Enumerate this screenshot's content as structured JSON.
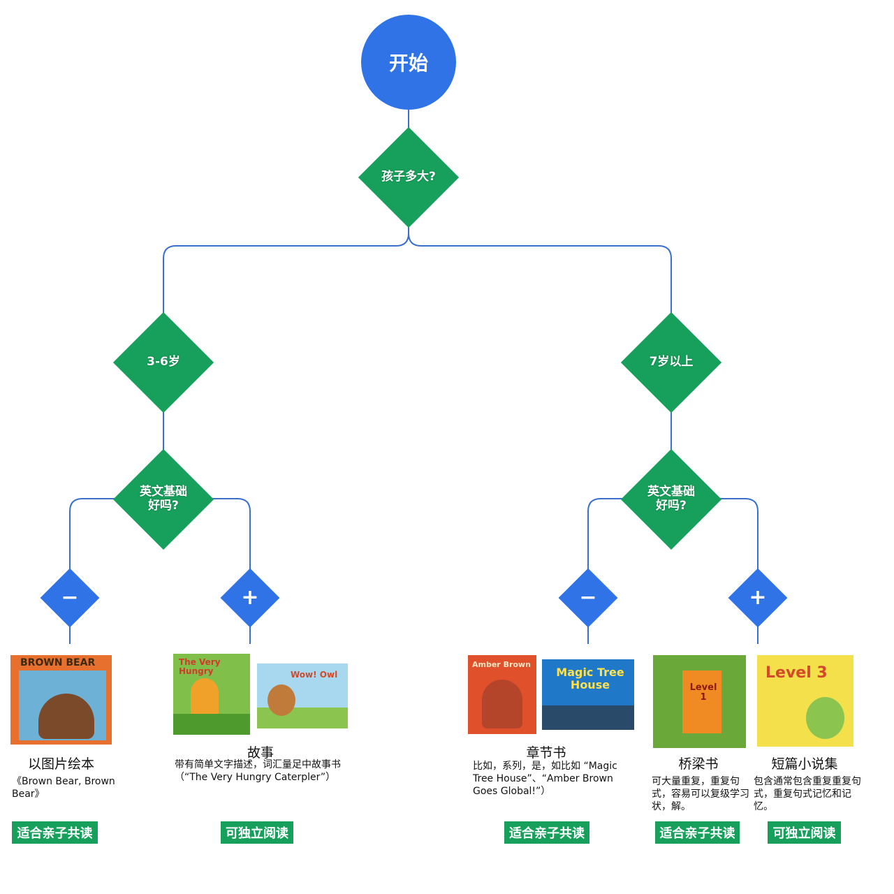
{
  "start": "开始",
  "question_age": "孩子多大?",
  "age_young": "3-6岁",
  "age_old": "7岁以上",
  "question_english_left": "英文基础\n好吗?",
  "question_english_right": "英文基础\n好吗?",
  "signs": {
    "minus": "−",
    "plus": "+"
  },
  "leaves": [
    {
      "title": "以图片绘本",
      "desc": "《Brown Bear, Brown Bear》",
      "badge": "适合亲子共读",
      "covers": [
        {
          "text": "BROWN BEAR",
          "bg": "#e8702e"
        }
      ]
    },
    {
      "title": "故事",
      "desc": "带有简单文字描述，词汇量足中故事书（“The Very Hungry Caterpler”）",
      "badge": "可独立阅读",
      "covers": [
        {
          "text": "The Very Hungry",
          "bg": "#7fbf4a"
        },
        {
          "text": "Wow! Owl",
          "bg": "#a8d8f0"
        }
      ]
    },
    {
      "title": "章节书",
      "desc": "比如，系列，是，如比如 “Magic Tree House”、“Amber Brown Goes Global!”）",
      "badge": "适合亲子共读",
      "covers": [
        {
          "text": "Amber Brown",
          "bg": "#e0502a"
        },
        {
          "text": "Magic Tree House",
          "bg": "#1f78c8"
        }
      ]
    },
    {
      "title": "桥梁书",
      "desc": "可大量重复，重复句式，容易可以复级学习状，解。",
      "badge": "适合亲子共读",
      "covers": [
        {
          "text": "Level 1",
          "bg": "#6aa83a"
        }
      ]
    },
    {
      "title": "短篇小说集",
      "desc": "包含通常包含重复重复句式，重复句式记忆和记忆。",
      "badge": "可独立阅读",
      "covers": [
        {
          "text": "Level 3",
          "bg": "#f4e04a"
        }
      ]
    }
  ],
  "colors": {
    "blue": "#2f73e6",
    "green": "#17a05b",
    "line": "#3a6fd0"
  }
}
